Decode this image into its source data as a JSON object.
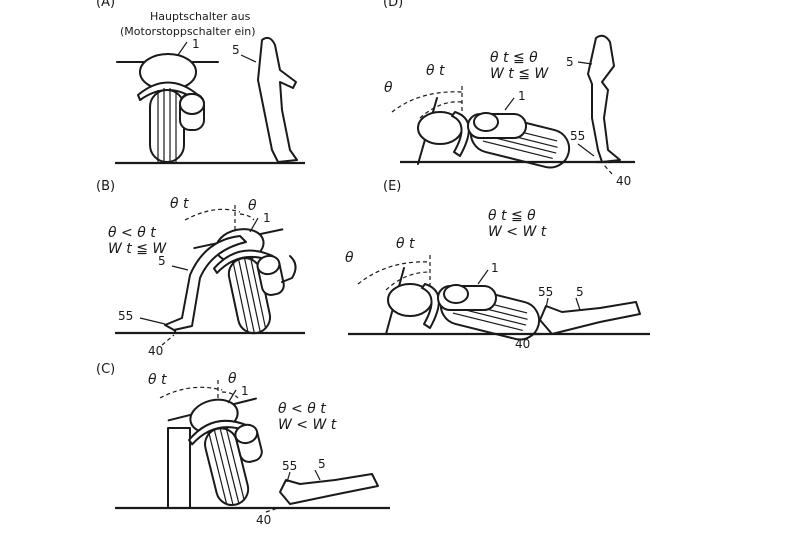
{
  "panels": {
    "A": {
      "label": "(A)",
      "caption_line1": "Hauptschalter aus",
      "caption_line2": "(Motorstoppschalter ein)",
      "ref_vehicle": "1",
      "ref_person": "5"
    },
    "B": {
      "label": "(B)",
      "theta_t": "θ t",
      "theta": "θ",
      "cond1": "θ < θ t",
      "cond2": "W t ≦ W",
      "ref_vehicle": "1",
      "ref_person": "5",
      "ref_foot": "55",
      "ref_sensor": "40"
    },
    "C": {
      "label": "(C)",
      "theta_t": "θ t",
      "theta": "θ",
      "cond1": "θ < θ t",
      "cond2": "W < W t",
      "ref_vehicle": "1",
      "ref_person": "5",
      "ref_foot": "55",
      "ref_sensor": "40"
    },
    "D": {
      "label": "(D)",
      "theta_t": "θ t",
      "theta": "θ",
      "cond1": "θ t ≦ θ",
      "cond2": "W t ≦ W",
      "ref_vehicle": "1",
      "ref_person": "5",
      "ref_foot": "55",
      "ref_sensor": "40"
    },
    "E": {
      "label": "(E)",
      "theta_t": "θ t",
      "theta": "θ",
      "cond1": "θ t ≦ θ",
      "cond2": "W < W t",
      "ref_vehicle": "1",
      "ref_person": "5",
      "ref_foot": "55",
      "ref_sensor": "40"
    }
  }
}
